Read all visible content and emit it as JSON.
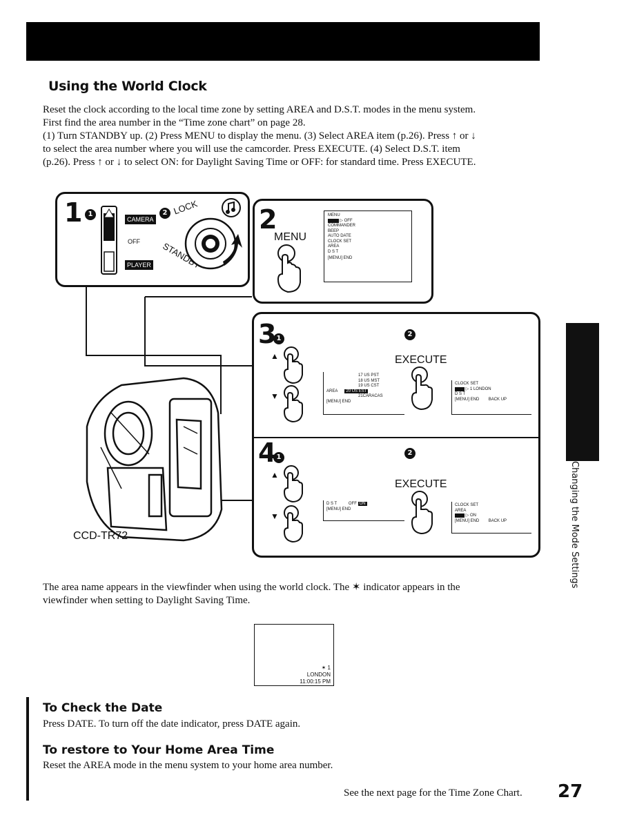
{
  "section_title": "Using the World Clock",
  "intro": [
    "Reset the clock according to the local time zone by setting AREA and D.S.T. modes in the menu system.",
    "First find the area number in the “Time zone chart” on page 28.",
    "(1) Turn STANDBY up. (2) Press MENU to display the menu. (3) Select AREA item (p.26). Press ↑ or ↓",
    "to select the area number where you will use the camcorder. Press EXECUTE. (4) Select D.S.T. item",
    "(p.26). Press ↑ or ↓ to select ON: for Daylight Saving Time or OFF: for standard time. Press EXECUTE."
  ],
  "step1": {
    "number": "1",
    "sub1": "1",
    "sub2": "2",
    "camera_label": "CAMERA",
    "off_label": "OFF",
    "player_label": "PLAYER",
    "lock_label": "LOCK",
    "standby_label": "STANDBY"
  },
  "step2": {
    "number": "2",
    "menu_label": "MENU",
    "lcd": {
      "title": "MENU",
      "row1_value": "OFF",
      "items": [
        "COMMANDER",
        "BEEP",
        "AUTO DATE",
        "CLOCK SET",
        "AREA",
        "D S T"
      ],
      "footer": "[MENU] END"
    }
  },
  "step3": {
    "number": "3",
    "sub1": "1",
    "sub2": "2",
    "execute_label": "EXECUTE",
    "area_list": {
      "label": "AREA",
      "rows": [
        "17  US PST",
        "18  US MST",
        "19  US CST",
        "20  US EST",
        "21CARACAS"
      ],
      "footer": "[MENU] END"
    },
    "result": {
      "row1": "CLOCK SET",
      "row2_value": "1 LONDON",
      "row3": "D S T",
      "footer_left": "[MENU] END",
      "footer_right": "BACK UP"
    }
  },
  "step4": {
    "number": "4",
    "sub1": "1",
    "sub2": "2",
    "execute_label": "EXECUTE",
    "dst_list": {
      "label": "D S T",
      "value_top": "OFF",
      "value_sel": "ON",
      "footer": "[MENU] END"
    },
    "result": {
      "row1": "CLOCK SET",
      "row2": "AREA",
      "row3_value": "ON",
      "footer_left": "[MENU] END",
      "footer_right": "BACK UP"
    }
  },
  "model_label": "CCD-TR72",
  "viewfinder_para": [
    "The area name appears in the viewfinder when using the world clock. The ✶ indicator appears in the",
    "viewfinder when setting to Daylight Saving Time."
  ],
  "viewfinder": {
    "line1": "✶ 1",
    "line2": "LONDON",
    "line3": "11:00:15 PM"
  },
  "check_date": {
    "title": "To Check the Date",
    "text": "Press DATE. To turn off the date indicator, press DATE again."
  },
  "restore": {
    "title": "To restore to Your Home Area Time",
    "text": "Reset the AREA mode in the menu system to your home area number."
  },
  "footer": {
    "text": "See the next page for the Time Zone Chart.",
    "page_number": "27"
  },
  "side_label": "Changing the Mode Settings"
}
